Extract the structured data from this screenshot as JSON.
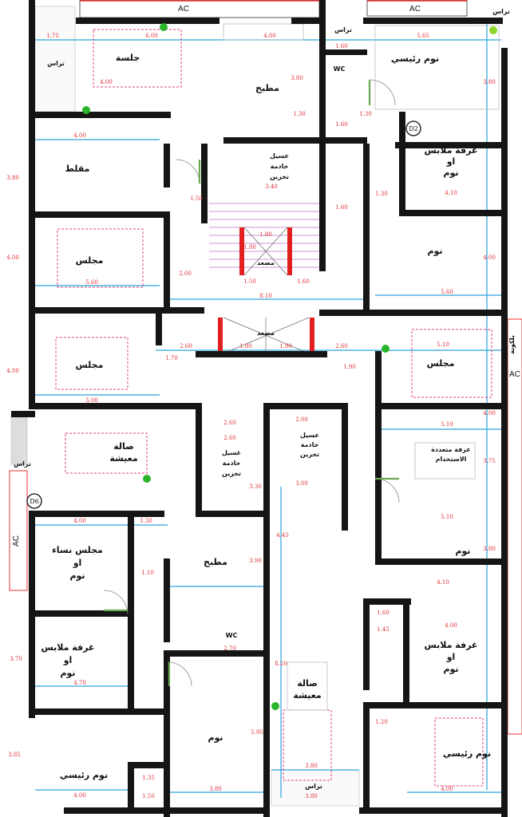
{
  "ac_labels": [
    "AC",
    "AC",
    "AC",
    "AC"
  ],
  "markers": {
    "d2": "D2",
    "d6": "D6"
  },
  "rooms": {
    "top_terrace_left": [
      "تراس"
    ],
    "top_terrace_mid": [
      "تراس"
    ],
    "top_terrace_right": [
      "تراس"
    ],
    "jalsa": [
      "جلسة"
    ],
    "kitchen_top": [
      "مطبخ"
    ],
    "wc_top": [
      "WC"
    ],
    "master_top": [
      "نوم رئيسي"
    ],
    "dining": [
      "مقلط"
    ],
    "laundry_top": [
      "غسيل",
      "خادمة",
      "تخزين"
    ],
    "dressing_top": [
      "غرفة ملابس",
      "او",
      "نوم"
    ],
    "majlis_top": [
      "مجلس"
    ],
    "elevator_top": [
      "مصعد"
    ],
    "bedroom_top": [
      "نوم"
    ],
    "elevator_mid": [
      "مصعد"
    ],
    "majlis_left": [
      "مجلس"
    ],
    "majlis_right": [
      "مجلس"
    ],
    "balcony": [
      "بلكونة"
    ],
    "living_left": [
      "صالة",
      "معيشة"
    ],
    "laundry_left": [
      "غسيل",
      "خادمة",
      "تخزين"
    ],
    "laundry_right": [
      "غسيل",
      "خادمة",
      "تخزين"
    ],
    "multi_room": [
      "غرفة متعددة",
      "الاستخدام"
    ],
    "women_majlis": [
      "مجلس نساء",
      "او",
      "نوم"
    ],
    "kitchen_bottom": [
      "مطبخ"
    ],
    "bedroom_right": [
      "نوم"
    ],
    "dressing_left": [
      "غرفة ملابس",
      "او",
      "نوم"
    ],
    "wc_bottom": [
      "WC"
    ],
    "living_bottom": [
      "صالة",
      "معيشة"
    ],
    "dressing_right": [
      "غرفة ملابس",
      "او",
      "نوم"
    ],
    "bedroom_bottom": [
      "نوم"
    ],
    "master_bottom_left": [
      "نوم رئيسي"
    ],
    "terrace_bottom": [
      "تراس"
    ],
    "master_bottom_right": [
      "نوم رئيسي"
    ],
    "terrace_side": [
      "تراس"
    ]
  },
  "dimensions": [
    "1.75",
    "6.00",
    "4.00",
    "3.80",
    "1.60",
    "5.65",
    "3.80",
    "4.00",
    "1.30",
    "1.30",
    "1.60",
    "4.00",
    "3.80",
    "1.50",
    "1.60",
    "3.40",
    "4.10",
    "1.30",
    "1.80",
    "1.80",
    "5.60",
    "4.00",
    "2.00",
    "1.50",
    "1.60",
    "8.10",
    "5.60",
    "4.00",
    "2.60",
    "1.80",
    "1.80",
    "2.60",
    "1.70",
    "1.90",
    "5.00",
    "4.00",
    "5.10",
    "2.60",
    "2.60",
    "3.30",
    "2.00",
    "3.00",
    "5.10",
    "3.75",
    "4.45",
    "4.00",
    "1.30",
    "4.00",
    "3.90",
    "1.10",
    "5.10",
    "3.80",
    "4.10",
    "3.70",
    "4.70",
    "2.70",
    "8.20",
    "4.00",
    "5.95",
    "3.80",
    "3.80",
    "3.85",
    "4.00",
    "1.35",
    "1.50",
    "3.80",
    "1.45",
    "1.60",
    "4.00",
    "1.20"
  ]
}
